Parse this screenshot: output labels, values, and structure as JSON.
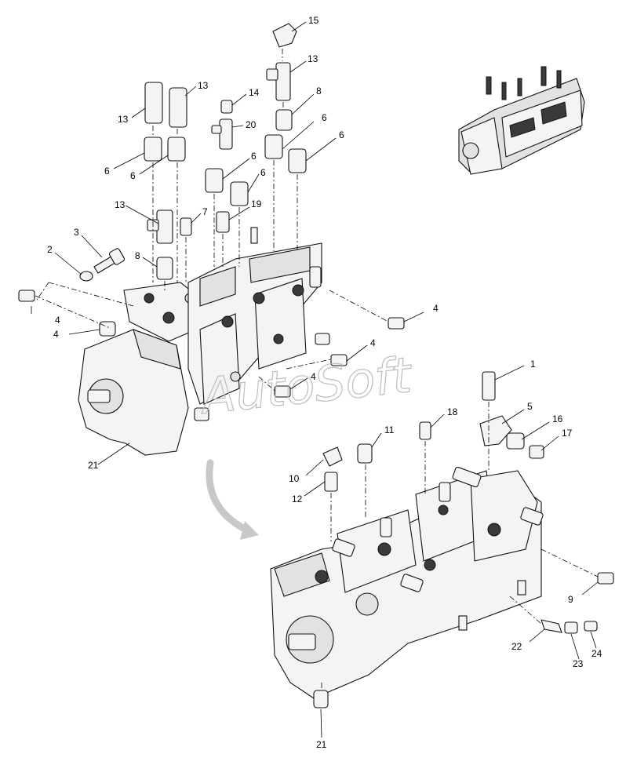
{
  "watermark": "AutoSoft",
  "callouts": [
    {
      "id": "c15",
      "label": "15"
    },
    {
      "id": "c13a",
      "label": "13"
    },
    {
      "id": "c13b",
      "label": "13"
    },
    {
      "id": "c13c",
      "label": "13"
    },
    {
      "id": "c14",
      "label": "14"
    },
    {
      "id": "c8a",
      "label": "8"
    },
    {
      "id": "c20",
      "label": "20"
    },
    {
      "id": "c6a",
      "label": "6"
    },
    {
      "id": "c6b",
      "label": "6"
    },
    {
      "id": "c6c",
      "label": "6"
    },
    {
      "id": "c6d",
      "label": "6"
    },
    {
      "id": "c6e",
      "label": "6"
    },
    {
      "id": "c6f",
      "label": "6"
    },
    {
      "id": "c13d",
      "label": "13"
    },
    {
      "id": "c7",
      "label": "7"
    },
    {
      "id": "c19",
      "label": "19"
    },
    {
      "id": "c3",
      "label": "3"
    },
    {
      "id": "c2",
      "label": "2"
    },
    {
      "id": "c8b",
      "label": "8"
    },
    {
      "id": "c4a",
      "label": "4"
    },
    {
      "id": "c4b",
      "label": "4"
    },
    {
      "id": "c4c",
      "label": "4"
    },
    {
      "id": "c4d",
      "label": "4"
    },
    {
      "id": "c4e",
      "label": "4"
    },
    {
      "id": "c21a",
      "label": "21"
    },
    {
      "id": "c1",
      "label": "1"
    },
    {
      "id": "c5",
      "label": "5"
    },
    {
      "id": "c16",
      "label": "16"
    },
    {
      "id": "c17",
      "label": "17"
    },
    {
      "id": "c18",
      "label": "18"
    },
    {
      "id": "c11",
      "label": "11"
    },
    {
      "id": "c10",
      "label": "10"
    },
    {
      "id": "c12",
      "label": "12"
    },
    {
      "id": "c9",
      "label": "9"
    },
    {
      "id": "c22",
      "label": "22"
    },
    {
      "id": "c23",
      "label": "23"
    },
    {
      "id": "c24",
      "label": "24"
    },
    {
      "id": "c21b",
      "label": "21"
    }
  ]
}
